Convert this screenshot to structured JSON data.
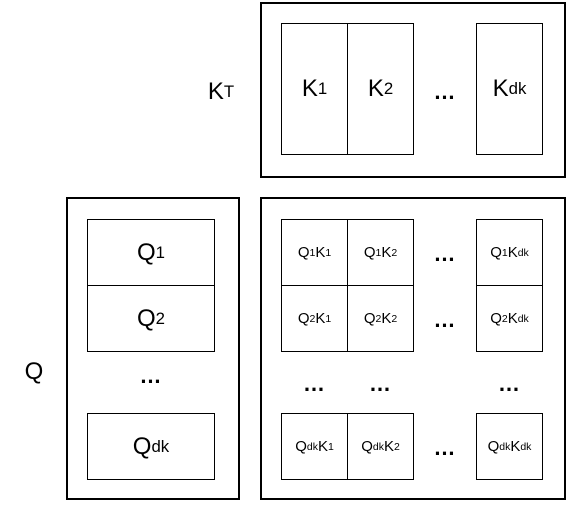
{
  "labels": {
    "kt_base": "K",
    "kt_sup": "T",
    "q": "Q"
  },
  "kt": [
    {
      "base": "K",
      "sub": "1"
    },
    {
      "base": "K",
      "sub": "2"
    },
    {
      "base": "K",
      "sub": "dk"
    }
  ],
  "q": [
    {
      "base": "Q",
      "sub": "1"
    },
    {
      "base": "Q",
      "sub": "2"
    },
    {
      "base": "Q",
      "sub": "dk"
    }
  ],
  "ellipsis": "…",
  "grid": [
    [
      {
        "a": "Q",
        "as": "1",
        "b": "K",
        "bs": "1"
      },
      {
        "a": "Q",
        "as": "1",
        "b": "K",
        "bs": "2"
      },
      {
        "a": "Q",
        "as": "1",
        "b": "K",
        "bs": "dk"
      }
    ],
    [
      {
        "a": "Q",
        "as": "2",
        "b": "K",
        "bs": "1"
      },
      {
        "a": "Q",
        "as": "2",
        "b": "K",
        "bs": "2"
      },
      {
        "a": "Q",
        "as": "2",
        "b": "K",
        "bs": "dk"
      }
    ],
    [
      {
        "a": "Q",
        "as": "dk",
        "b": "K",
        "bs": "1"
      },
      {
        "a": "Q",
        "as": "dk",
        "b": "K",
        "bs": "2"
      },
      {
        "a": "Q",
        "as": "dk",
        "b": "K",
        "bs": "dk"
      }
    ]
  ]
}
